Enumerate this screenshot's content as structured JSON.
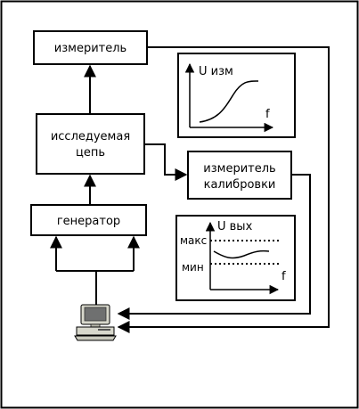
{
  "blocks": {
    "meter": "измеритель",
    "circuit_line1": "исследуемая",
    "circuit_line2": "цепь",
    "generator": "генератор",
    "calib_line1": "измеритель",
    "calib_line2": "калибровки"
  },
  "graph_top": {
    "y_label": "U изм",
    "x_label": "f"
  },
  "graph_bottom": {
    "y_label": "U вых",
    "x_label": "f",
    "max_label": "макс",
    "min_label": "мин"
  },
  "icons": {
    "computer": "computer-icon"
  }
}
